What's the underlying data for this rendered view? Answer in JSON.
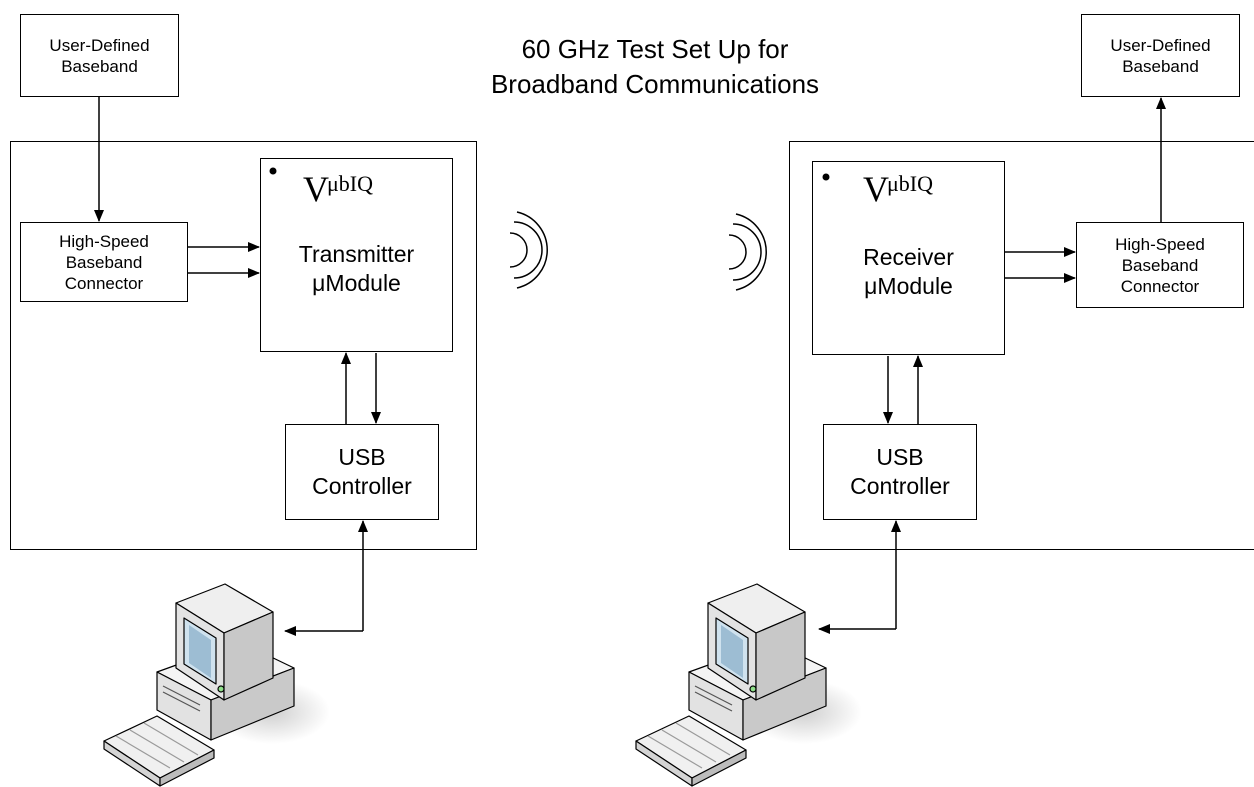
{
  "title": {
    "line1": "60 GHz Test Set Up for",
    "line2": "Broadband Communications"
  },
  "transmitter_side": {
    "baseband_source": {
      "line1": "User-Defined",
      "line2": "Baseband"
    },
    "connector": {
      "line1": "High-Speed",
      "line2": "Baseband",
      "line3": "Connector"
    },
    "module": {
      "logo_initial": "V",
      "logo_rest": "μbIQ",
      "line1": "Transmitter",
      "line2": "μModule"
    },
    "usb_controller": {
      "line1": "USB",
      "line2": "Controller"
    },
    "computer_icon": "desktop-computer-icon"
  },
  "receiver_side": {
    "baseband_sink": {
      "line1": "User-Defined",
      "line2": "Baseband"
    },
    "connector": {
      "line1": "High-Speed",
      "line2": "Baseband",
      "line3": "Connector"
    },
    "module": {
      "logo_initial": "V",
      "logo_rest": "μbIQ",
      "line1": "Receiver",
      "line2": "μModule"
    },
    "usb_controller": {
      "line1": "USB",
      "line2": "Controller"
    },
    "computer_icon": "desktop-computer-icon"
  },
  "wireless_link_icon": "radio-wave-icon"
}
